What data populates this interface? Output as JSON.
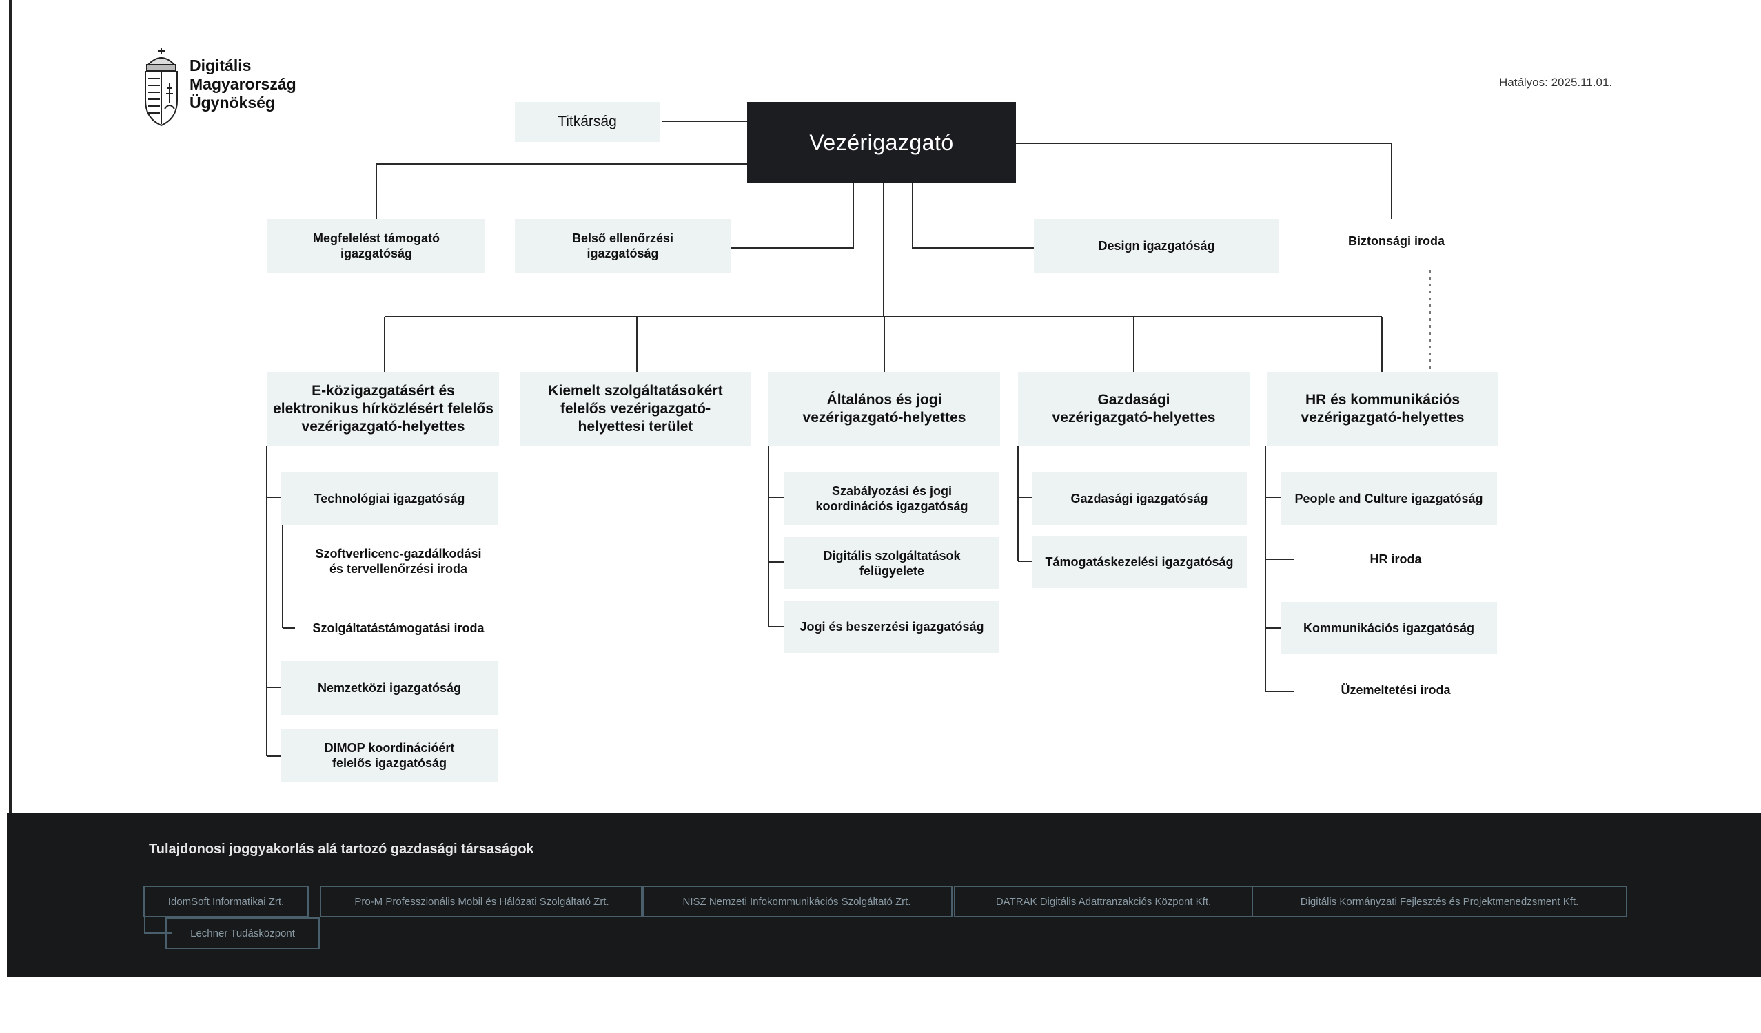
{
  "logo": {
    "line1": "Digitális",
    "line2": "Magyarország",
    "line3": "Ügynökség",
    "icon": "coat-of-arms-icon"
  },
  "valid_from": "Hatályos: 2025.11.01.",
  "ceo": "Vezérigazgató",
  "secretariat": "Titkárság",
  "top_units": {
    "compliance": "Megfelelést támogató\nigazgatóság",
    "internal_audit": "Belső ellenőrzési\nigazgatóság",
    "design": "Design igazgatóság",
    "security": "Biztonsági iroda"
  },
  "deputies": [
    "E-közigazgatásért és\nelektronikus hírközlésért felelős\nvezérigazgató-helyettes",
    "Kiemelt szolgáltatásokért\nfelelős vezérigazgató-\nhelyettesi terület",
    "Általános és jogi\nvezérigazgató-helyettes",
    "Gazdasági\nvezérigazgató-helyettes",
    "HR és kommunikációs\nvezérigazgató-helyettes"
  ],
  "col1": {
    "tech": "Technológiai igazgatóság",
    "software": "Szoftverlicenc-gazdálkodási\nés tervellenőrzési iroda",
    "service_support": "Szolgáltatástámogatási iroda",
    "international": "Nemzetközi igazgatóság",
    "dimop": "DIMOP koordinációért\nfelelős igazgatóság"
  },
  "col3": {
    "regulatory": "Szabályozási és jogi\nkoordinációs igazgatóság",
    "digital_services": "Digitális szolgáltatások\nfelügyelete",
    "legal_procurement": "Jogi és beszerzési igazgatóság"
  },
  "col4": {
    "economic": "Gazdasági igazgatóság",
    "grants": "Támogatáskezelési igazgatóság"
  },
  "col5": {
    "people": "People and Culture igazgatóság",
    "hr_office": "HR iroda",
    "communication": "Kommunikációs igazgatóság",
    "operations": "Üzemeltetési iroda"
  },
  "footer": {
    "title": "Tulajdonosi joggyakorlás alá tartozó gazdasági társaságok",
    "companies": [
      "IdomSoft Informatikai Zrt.",
      "Pro-M Professzionális Mobil és Hálózati Szolgáltató Zrt.",
      "NISZ Nemzeti Infokommunikációs Szolgáltató Zrt.",
      "DATRAK Digitális Adattranzakciós Központ Kft.",
      "Digitális Kormányzati Fejlesztés és Projektmenedzsment Kft.",
      "Lechner Tudásközpont"
    ]
  }
}
